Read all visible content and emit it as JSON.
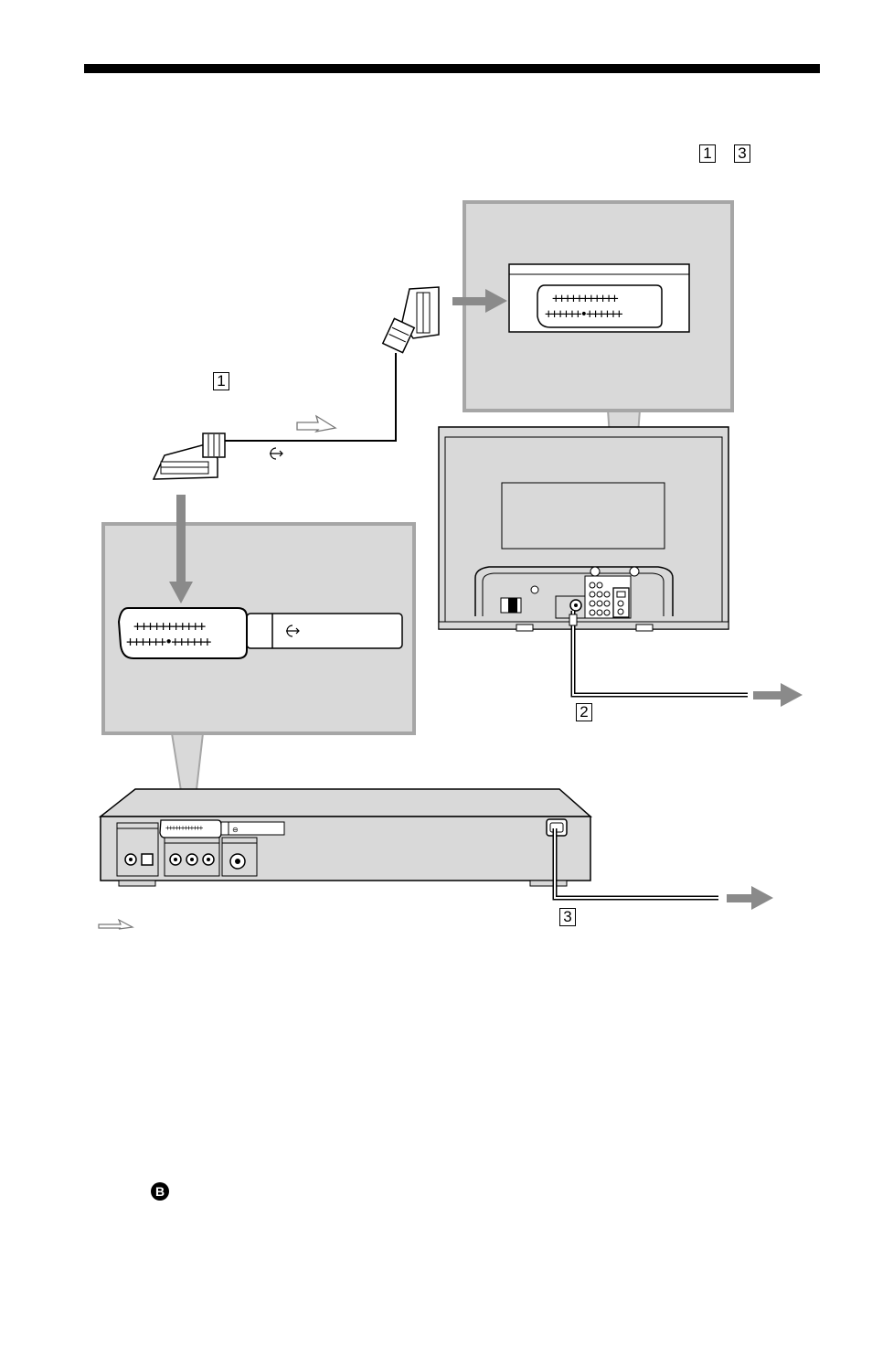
{
  "header": {
    "rule_color": "#000000"
  },
  "step_refs": {
    "top_right_a": "1",
    "top_right_b": "3",
    "scart_cable": "1",
    "tv_power": "2",
    "player_power": "3"
  },
  "list_bullet": "B",
  "icons": {
    "signal_flow_arrow": "hollow-arrow-icon",
    "scart_output_symbol": "output-arrow-icon",
    "mains_arrow": "grey-arrow-icon"
  },
  "colors": {
    "panel_gray": "#d9d9d9",
    "panel_border": "#a6a6a6",
    "arrow_gray": "#8a8a8a"
  }
}
